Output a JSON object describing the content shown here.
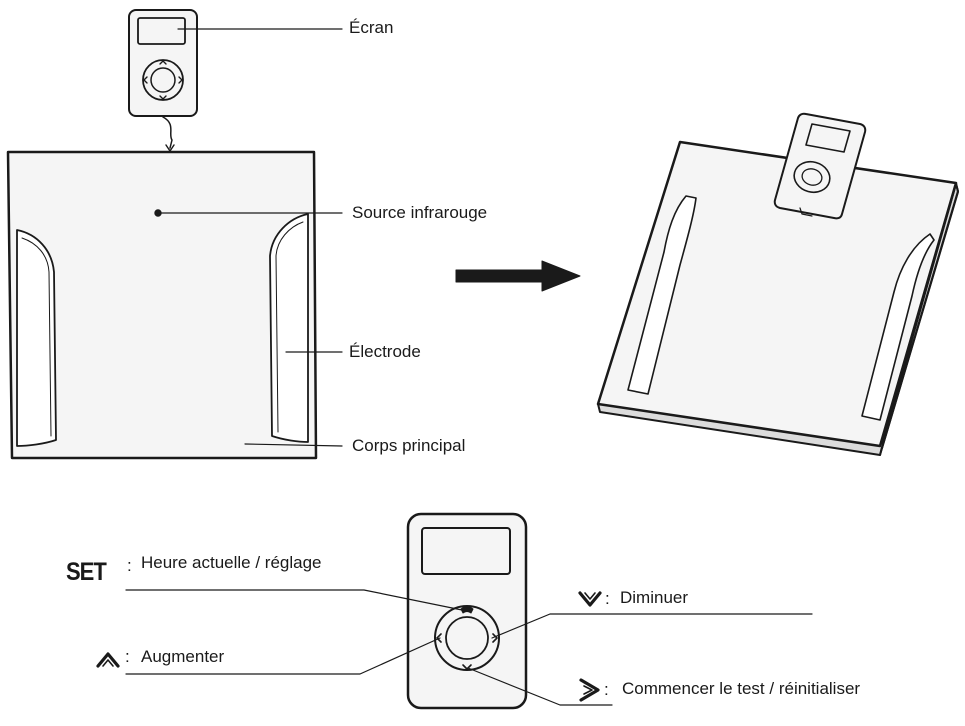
{
  "labels": {
    "screen": "Écran",
    "infrared": "Source infrarouge",
    "electrode": "Électrode",
    "main_body": "Corps principal"
  },
  "buttons": {
    "set_key": "SET",
    "set_desc": "Heure actuelle / réglage",
    "up_desc": "Augmenter",
    "down_desc": "Diminuer",
    "start_desc": "Commencer le test / réinitialiser",
    "separator": ":"
  },
  "icons": {
    "up": "up-chevron-icon",
    "down": "down-chevron-icon",
    "right": "right-chevron-icon",
    "arrow": "right-arrow-icon"
  },
  "colors": {
    "ink": "#1a1a1a",
    "panel": "#f5f5f5"
  }
}
